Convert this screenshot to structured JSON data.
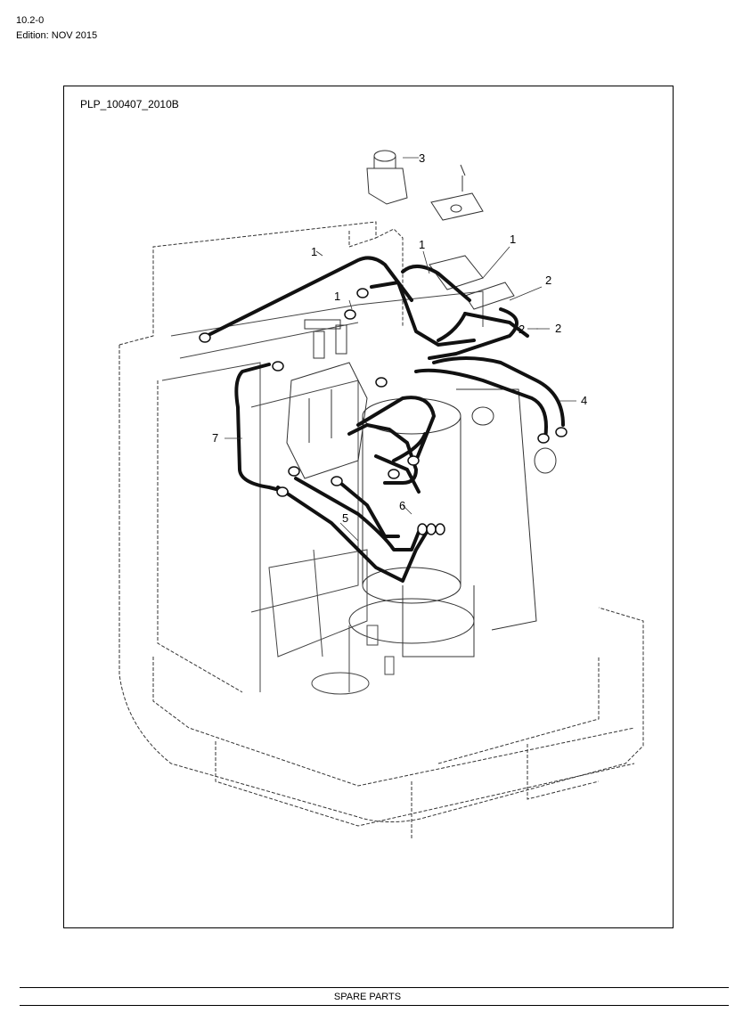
{
  "header": {
    "section_code": "10.2-0",
    "edition": "Edition: NOV 2015"
  },
  "figure": {
    "drawing_id": "PLP_100407_2010B",
    "callouts": [
      {
        "label": "1"
      },
      {
        "label": "1"
      },
      {
        "label": "1"
      },
      {
        "label": "1"
      },
      {
        "label": "2"
      },
      {
        "label": "2"
      },
      {
        "label": "2"
      },
      {
        "label": "3"
      },
      {
        "label": "4"
      },
      {
        "label": "5"
      },
      {
        "label": "6"
      },
      {
        "label": "7"
      }
    ]
  },
  "footer": {
    "label": "SPARE PARTS"
  }
}
